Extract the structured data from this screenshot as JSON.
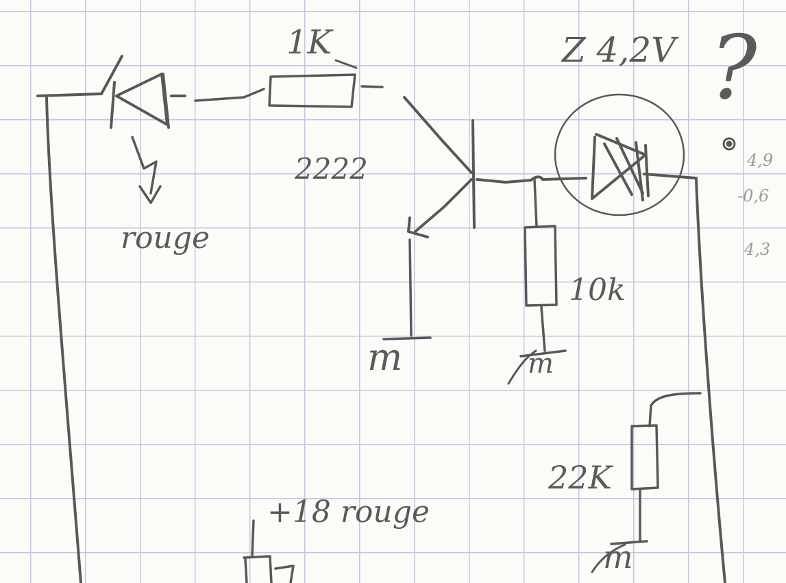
{
  "labels": {
    "r1": "1K",
    "transistor": "2222",
    "led_note": "rouge",
    "r2": "10k",
    "zener": "Z 4,2V",
    "question": "?",
    "side_1": "4,9",
    "side_2": "-0,6",
    "side_3": "4,3",
    "r3": "22K",
    "supply": "+18 rouge",
    "ground_1": "m",
    "ground_2": "m",
    "ground_3": "m"
  },
  "colors": {
    "ink": "#585858",
    "faint_ink": "#9a9a9a",
    "grid": "#c3c5e6",
    "paper": "#fbfbf8"
  }
}
